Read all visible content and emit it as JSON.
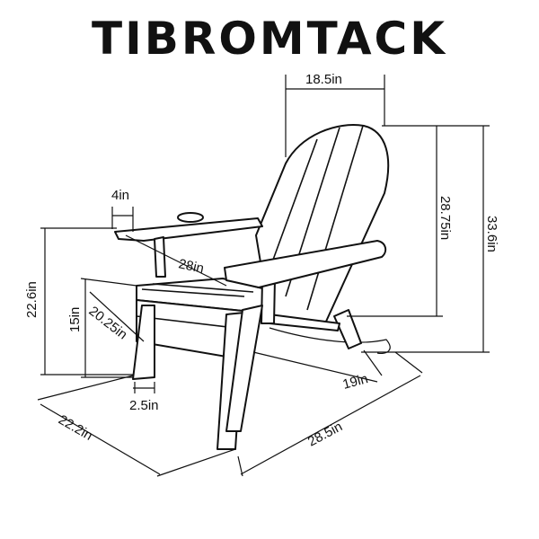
{
  "brand": {
    "name": "TIBROMTACK"
  },
  "dimensions": {
    "back_width": "18.5in",
    "back_height": "28.75in",
    "overall_height": "33.6in",
    "armrest_width": "4in",
    "arm_height": "22.6in",
    "arm_length": "28in",
    "seat_height": "15in",
    "seat_depth": "20.25in",
    "leg_width": "2.5in",
    "overall_width": "22.2in",
    "back_leg_depth": "19in",
    "overall_depth": "28.5in"
  },
  "colors": {
    "ink": "#111111",
    "background": "#ffffff"
  }
}
